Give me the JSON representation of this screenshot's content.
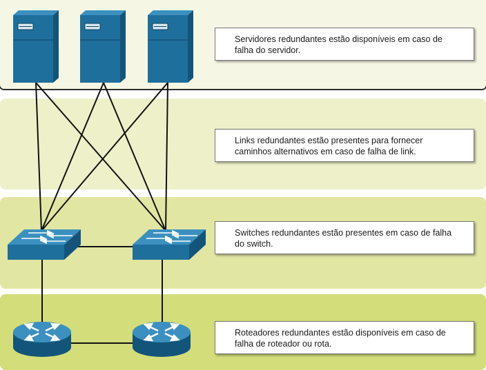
{
  "layers": [
    {
      "id": "servers",
      "text": "Servidores redundantes estão disponíveis em caso de falha do servidor."
    },
    {
      "id": "links",
      "text": "Links redundantes estão presentes para fornecer caminhos alternativos em caso de falha de link."
    },
    {
      "id": "switches",
      "text": "Switches redundantes estão presentes em caso de falha do switch."
    },
    {
      "id": "routers",
      "text": "Roteadores redundantes estão disponíveis em caso de falha de roteador ou rota."
    }
  ],
  "colors": {
    "device_front": "#1f6f9c",
    "device_side": "#13557a",
    "device_top": "#3b90bf",
    "link": "#111111"
  },
  "icons": [
    "server-icon",
    "switch-icon",
    "router-icon"
  ]
}
